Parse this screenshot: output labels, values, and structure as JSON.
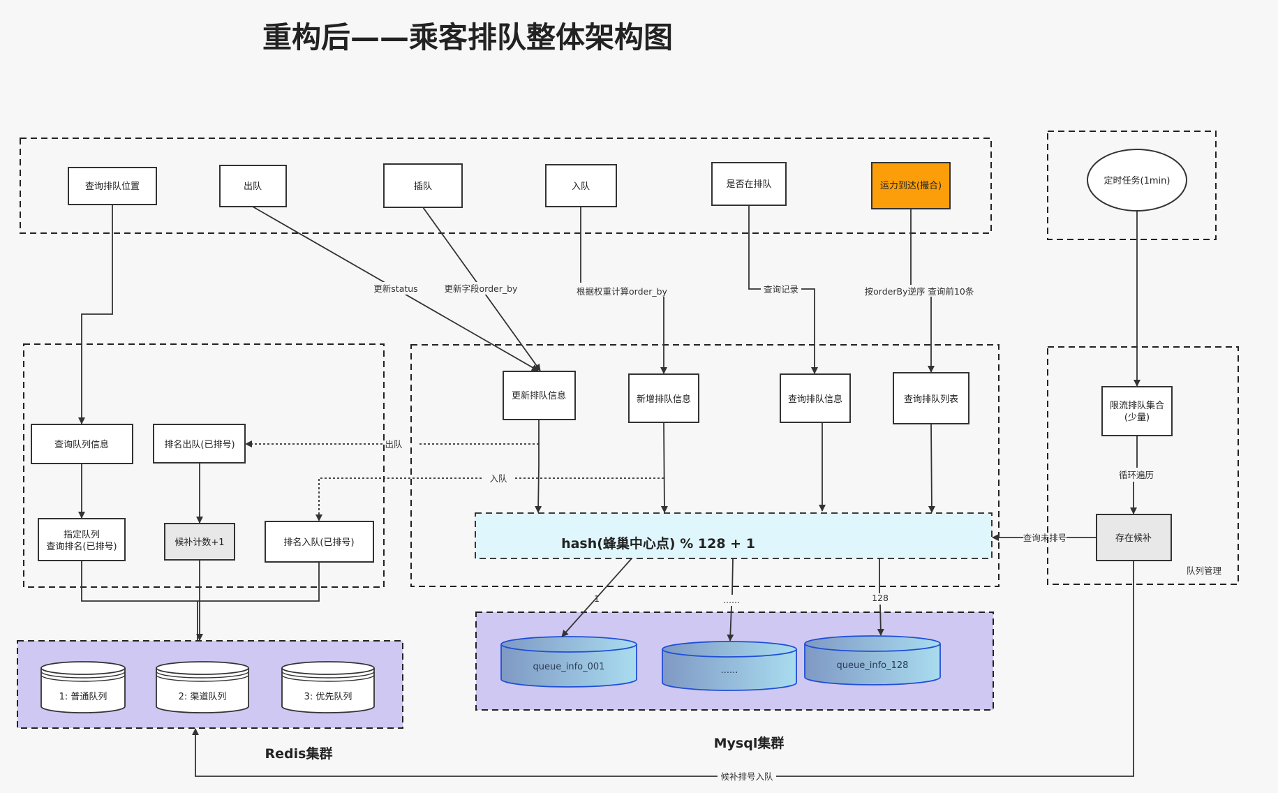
{
  "title": "重构后——乘客排队整体架构图",
  "clusters": {
    "redis": "Redis集群",
    "mysql": "Mysql集群",
    "queue_mgmt": "队列管理"
  },
  "operations": {
    "query_position": "查询排队位置",
    "dequeue": "出队",
    "jump_queue": "插队",
    "enqueue": "入队",
    "is_queued": "是否在排队",
    "capacity_arrive": "运力到达(撮合)"
  },
  "scheduler": {
    "timer": "定时任务(1min)",
    "rate_limit_line1": "限流排队集合",
    "rate_limit_line2": "(少量)",
    "store_candidate": "存在候补"
  },
  "redis_ops": {
    "query_queue_info": "查询队列信息",
    "rank_dequeue": "排名出队(已排号)",
    "specify_rank_line1": "指定队列",
    "specify_rank_line2": "查询排名(已排号)",
    "candidate_count": "候补计数+1",
    "rank_enqueue": "排名入队(已排号)"
  },
  "mysql_ops": {
    "update_info": "更新排队信息",
    "add_info": "新增排队信息",
    "query_info": "查询排队信息",
    "query_list": "查询排队列表"
  },
  "hash": "hash(蜂巢中心点) % 128 + 1",
  "redis_queues": [
    "1: 普通队列",
    "2: 渠道队列",
    "3: 优先队列"
  ],
  "mysql_tables": [
    "queue_info_001",
    "......",
    "queue_info_128"
  ],
  "edge_labels": {
    "update_status": "更新status",
    "update_order_by": "更新字段order_by",
    "calc_order_by": "根据权重计算order_by",
    "query_record": "查询记录",
    "order_top10": "按orderBy逆序 查询前10条",
    "dequeue_dotted": "出队",
    "enqueue_dotted": "入队",
    "loop": "循环遍历",
    "query_unranked": "查询未排号",
    "candidate_enqueue": "候补排号入队",
    "shard_1": "1",
    "shard_mid": "......",
    "shard_128": "128"
  },
  "colors": {
    "orange": "#fb9e09",
    "purple": "#cfc8f2",
    "hash_bg": "#dff6fc",
    "mysql_grad_start": "#7f99c4",
    "mysql_grad_end": "#a9dcef"
  }
}
